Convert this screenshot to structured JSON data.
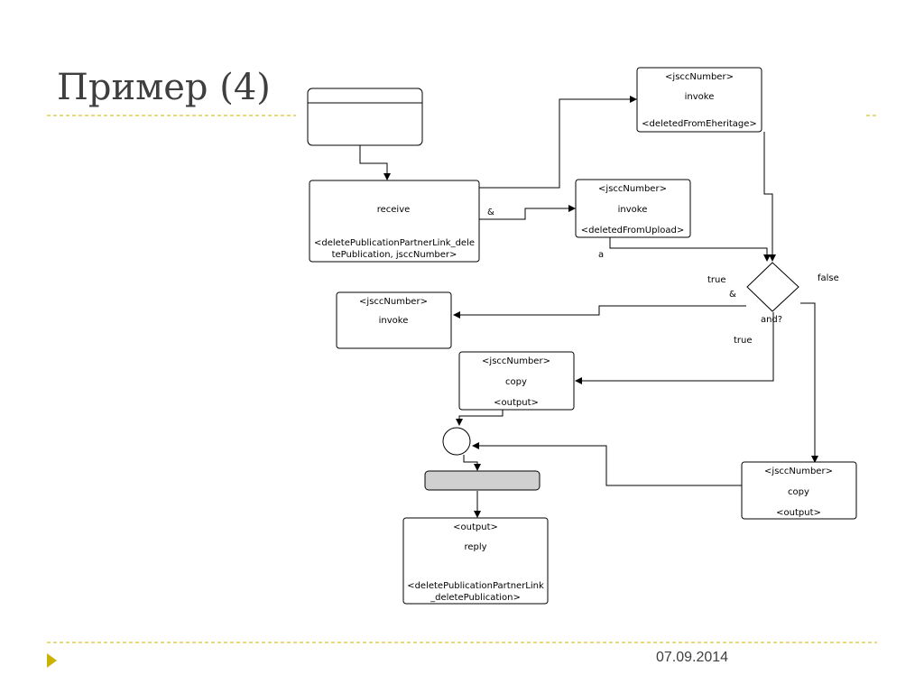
{
  "slide": {
    "title": "Пример (4)",
    "date": "07.09.2014",
    "accent_color": "#c9b200"
  },
  "diagram": {
    "invoke_top": {
      "param": "<jsccNumber>",
      "op": "invoke",
      "result": "<deletedFromEheritage>"
    },
    "receive": {
      "op": "receive",
      "params_line1": "<deletePublicationPartnerLink_dele",
      "params_line2": "tePublication, jsccNumber>"
    },
    "amp_label": "&",
    "invoke_mid": {
      "param": "<jsccNumber>",
      "op": "invoke",
      "result": "<deletedFromUpload>"
    },
    "a_label": "a",
    "decision": {
      "label": "and?",
      "true_top": "true",
      "amp": "&",
      "false": "false",
      "true_bottom": "true"
    },
    "invoke_left": {
      "param": "<jsccNumber>",
      "op": "invoke"
    },
    "copy_left": {
      "param": "<jsccNumber>",
      "op": "copy",
      "result": "<output>"
    },
    "copy_right": {
      "param": "<jsccNumber>",
      "op": "copy",
      "result": "<output>"
    },
    "reply": {
      "param": "<output>",
      "op": "reply",
      "result_line1": "<deletePublicationPartnerLink",
      "result_line2": "_deletePublication>"
    }
  }
}
